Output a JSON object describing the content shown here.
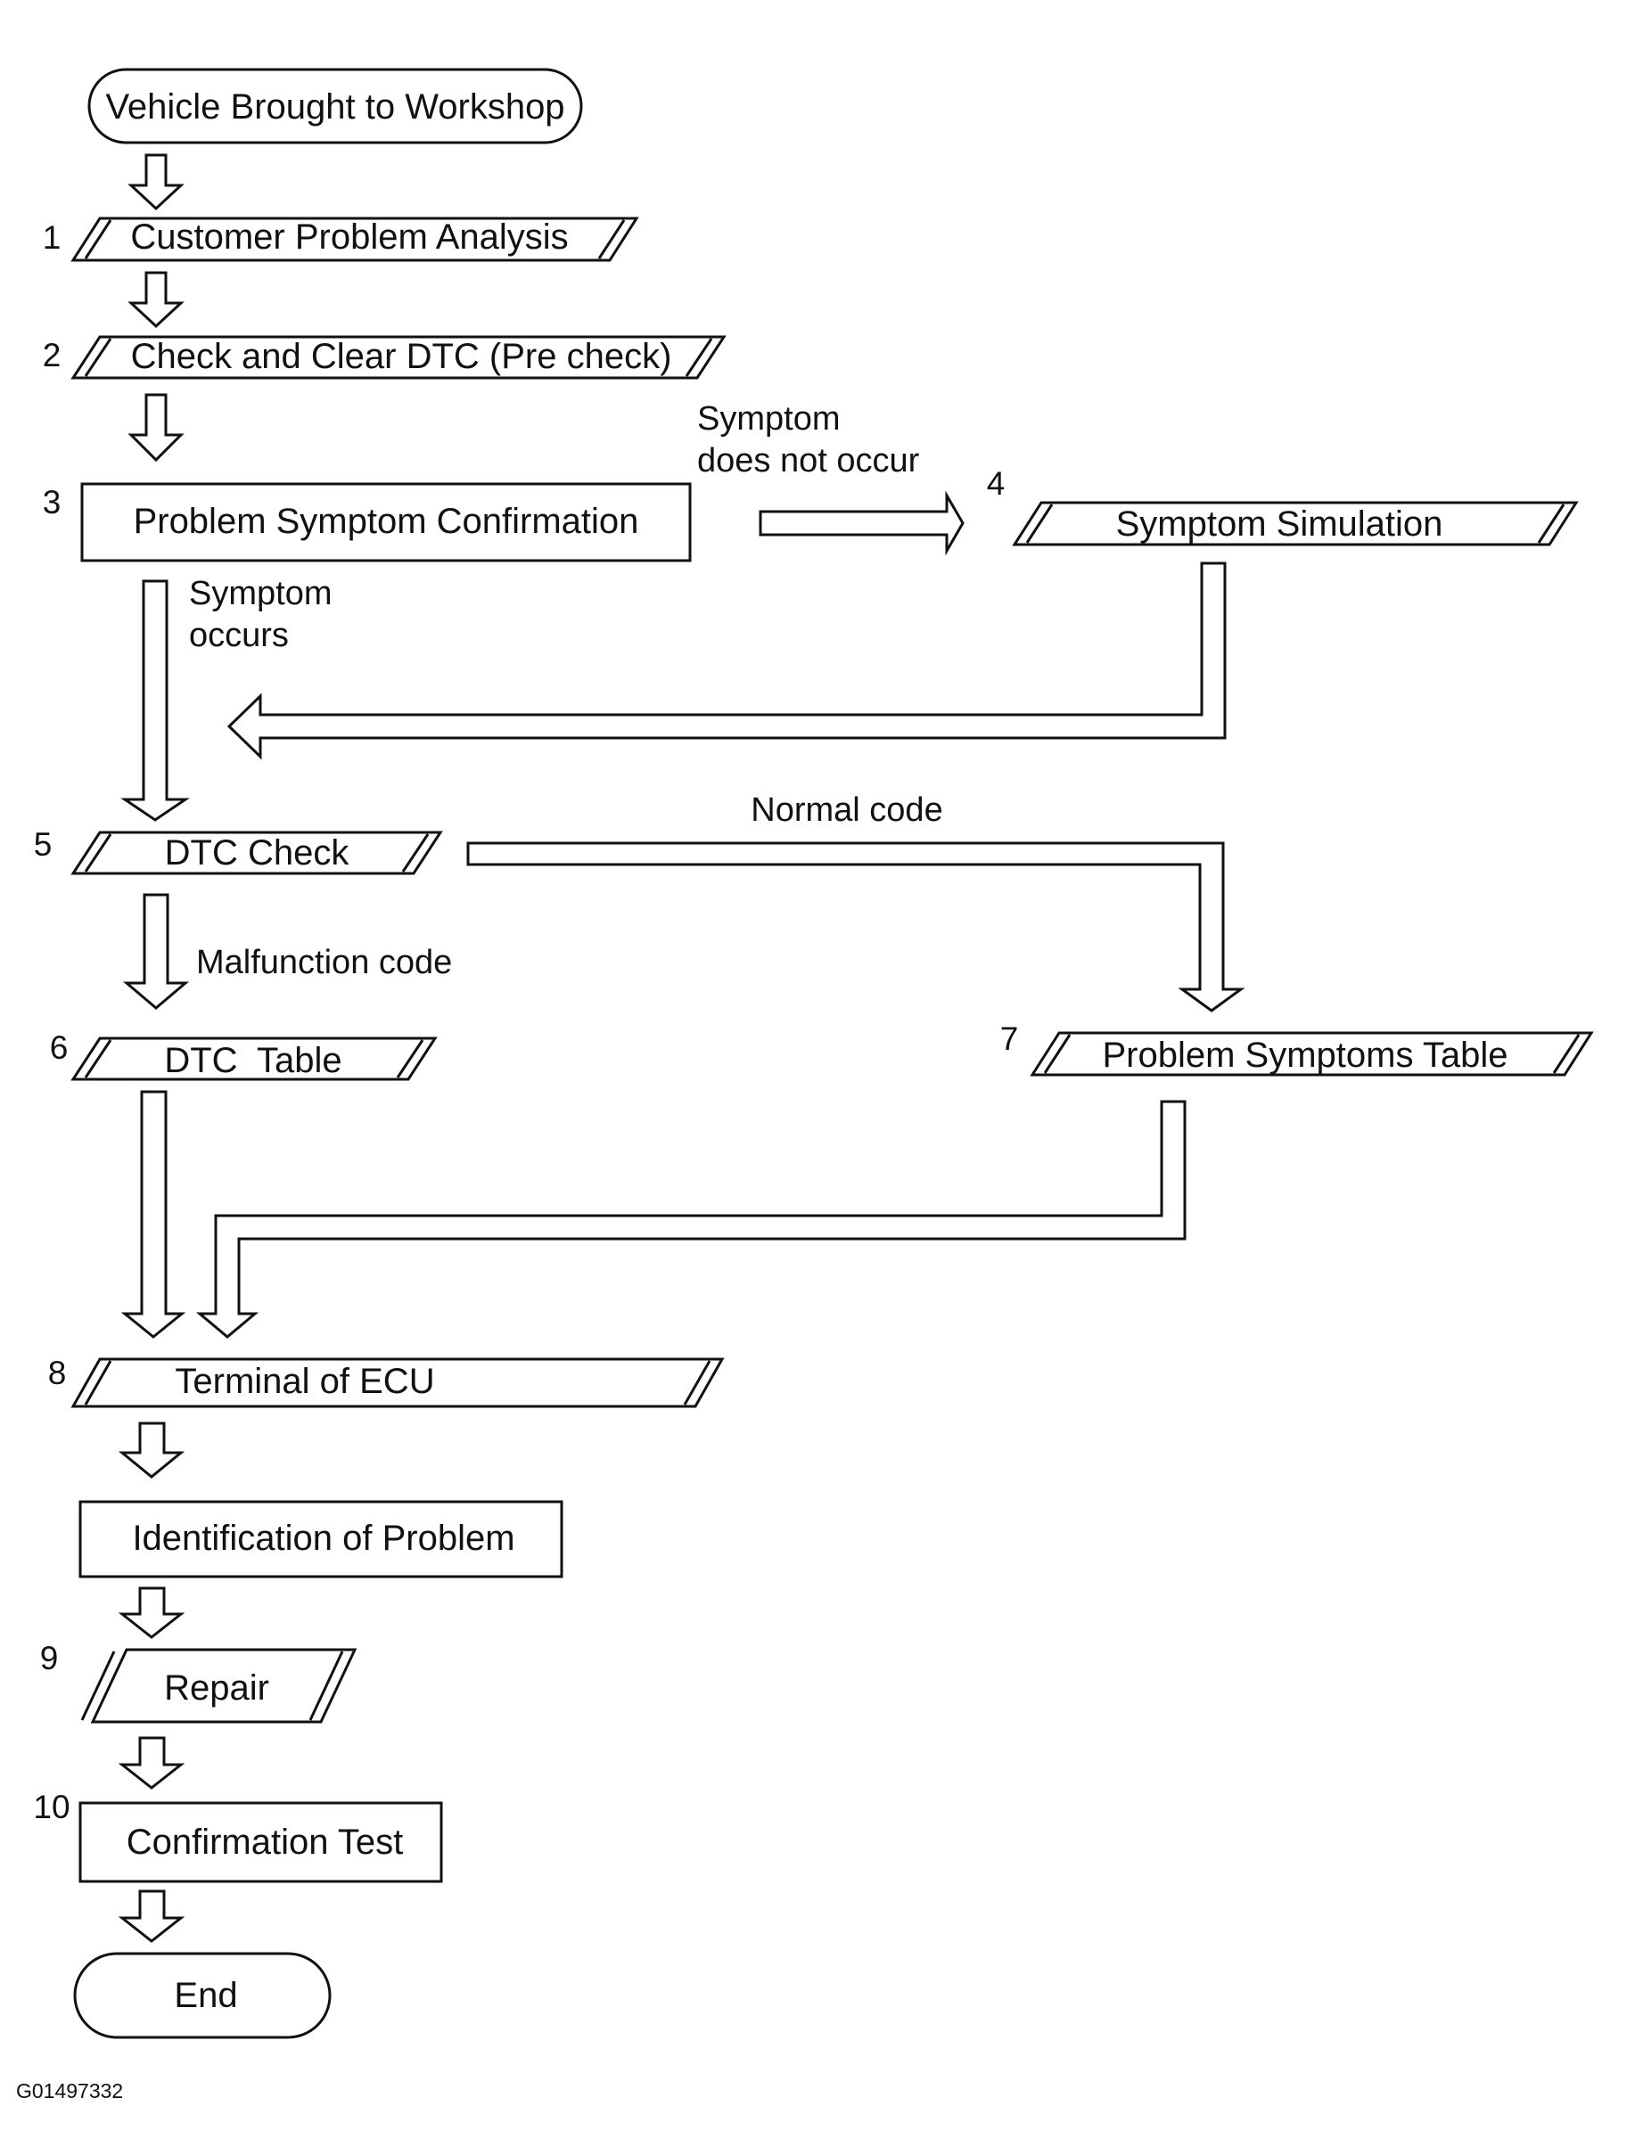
{
  "figure_code": "G01497332",
  "steps": {
    "start": {
      "label": "Vehicle Brought to Workshop"
    },
    "s1": {
      "num": "1",
      "label": "Customer Problem Analysis"
    },
    "s2": {
      "num": "2",
      "label": "Check and Clear DTC (Pre check)"
    },
    "s3": {
      "num": "3",
      "label": "Problem Symptom Confirmation"
    },
    "s4": {
      "num": "4",
      "label": "Symptom Simulation"
    },
    "s5": {
      "num": "5",
      "label": "DTC Check"
    },
    "s6": {
      "num": "6",
      "label": "DTC  Table"
    },
    "s7": {
      "num": "7",
      "label": "Problem Symptoms Table"
    },
    "s8": {
      "num": "8",
      "label": "Terminal of ECU"
    },
    "identify": {
      "label": "Identification of Problem"
    },
    "s9": {
      "num": "9",
      "label": "Repair"
    },
    "s10": {
      "num": "10",
      "label": "Confirmation Test"
    },
    "end": {
      "label": "End"
    }
  },
  "branch_labels": {
    "not_occur_1": "Symptom",
    "not_occur_2": "does not occur",
    "occurs_1": "Symptom",
    "occurs_2": "occurs",
    "normal_code": "Normal code",
    "malfunction_code": "Malfunction code"
  }
}
